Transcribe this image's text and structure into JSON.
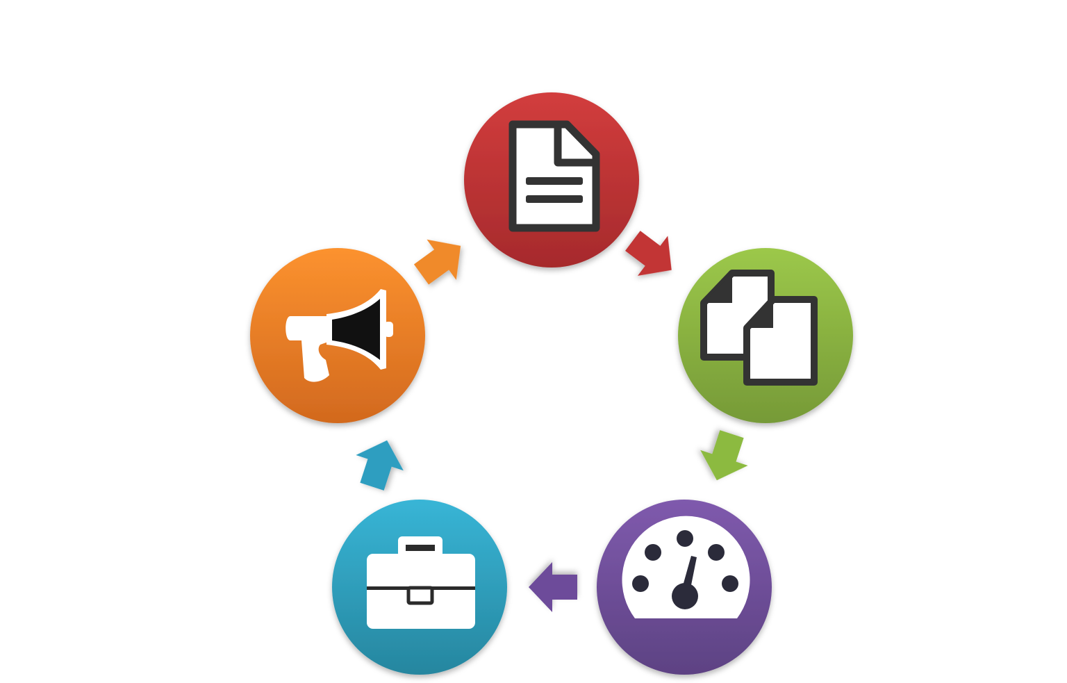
{
  "diagram": {
    "type": "cycle",
    "steps": [
      {
        "id": "document",
        "icon": "document-icon",
        "color_top": "#d23d3d",
        "color_bottom": "#a62a2c"
      },
      {
        "id": "copy",
        "icon": "copy-documents-icon",
        "color_top": "#9cc84a",
        "color_bottom": "#769a37"
      },
      {
        "id": "dashboard",
        "icon": "speedometer-icon",
        "color_top": "#7f5aad",
        "color_bottom": "#5d4283"
      },
      {
        "id": "briefcase",
        "icon": "briefcase-icon",
        "color_top": "#38b5d6",
        "color_bottom": "#26869f"
      },
      {
        "id": "announce",
        "icon": "megaphone-icon",
        "color_top": "#fc922f",
        "color_bottom": "#d2691e"
      }
    ],
    "arrows": [
      {
        "from": "document",
        "to": "copy",
        "color": "#c23436"
      },
      {
        "from": "copy",
        "to": "dashboard",
        "color": "#8cba3f"
      },
      {
        "from": "dashboard",
        "to": "briefcase",
        "color": "#6d4c9a"
      },
      {
        "from": "briefcase",
        "to": "announce",
        "color": "#2f9ec0"
      },
      {
        "from": "announce",
        "to": "document",
        "color": "#f08a2c"
      }
    ]
  }
}
